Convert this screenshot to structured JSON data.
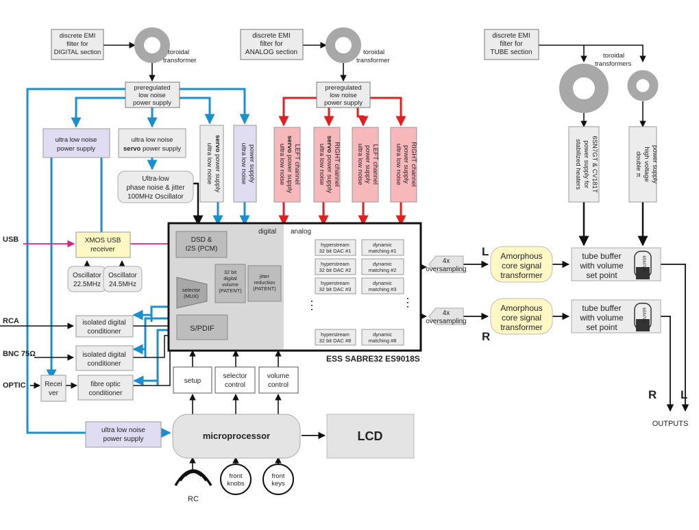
{
  "digital": {
    "emi": [
      "discrete EMI",
      "filter for",
      "DIGITAL section"
    ],
    "toroid": [
      "toroidal",
      "transformer"
    ],
    "prereg": [
      "preregulated",
      "low noise",
      "power supply"
    ],
    "ps1": [
      "ultra low noise",
      "power supply"
    ],
    "ps2_line1": "ultra low noise",
    "ps2_line2_bold": "servo",
    "ps2_line2_rest": " power supply",
    "ps3_bold": "servo",
    "ps3": [
      "ultra low noise",
      "power supply"
    ],
    "ps4": [
      "ultra low noise",
      "power supply"
    ],
    "oscillator": [
      "Ultra-low",
      "phase noise & jitter",
      "100MHz Oscillator"
    ]
  },
  "analog": {
    "emi": [
      "discrete EMI",
      "filter for",
      "ANALOG section"
    ],
    "toroid": [
      "toroidal",
      "transformer"
    ],
    "prereg": [
      "preregulated",
      "low noise",
      "power supply"
    ],
    "ps1": [
      "ultra low noise",
      "servo",
      " power supply",
      "LEFT channel"
    ],
    "ps2": [
      "ultra low noise",
      "servo",
      " power supply",
      "RIGHT channel"
    ],
    "ps3": [
      "ultra low noise",
      "power supply",
      "LEFT channel"
    ],
    "ps4": [
      "ultra low noise",
      "power supply",
      "RIGHT channel"
    ]
  },
  "tube": {
    "emi": [
      "discrete EMI",
      "filter for",
      "TUBE section"
    ],
    "toroids": [
      "toroidal",
      "transformers"
    ],
    "heaters": [
      "stabilized heaters",
      "power supply for",
      "6SN7GT & CV181T"
    ],
    "hv": [
      "double π",
      "high voltage",
      "power supply"
    ],
    "buffer": [
      "tube buffer",
      "with volume",
      "set point"
    ],
    "tube_label": "6SN7GT"
  },
  "inputs": {
    "usb": "USB",
    "rca": "RCA",
    "bnc": "BNC 75Ω",
    "optic": "OPTIC"
  },
  "xmos": [
    "XMOS USB",
    "receiver"
  ],
  "osc1": [
    "Oscillator",
    "22.5MHz"
  ],
  "osc2": [
    "Oscillator",
    "24.5MHz"
  ],
  "cond1": [
    "isolated digital",
    "conditioner"
  ],
  "cond2": [
    "isolated digital",
    "conditioner"
  ],
  "receiver": [
    "Recei",
    "ver"
  ],
  "fibre": [
    "fibre optic",
    "conditioner"
  ],
  "ps_micro": [
    "ultra low noise",
    "power supply"
  ],
  "chip": {
    "digital_label": "digital",
    "analog_label": "analog",
    "dsd": [
      "DSD &",
      "I2S (PCM)"
    ],
    "selector": [
      "selector",
      "(MUX)"
    ],
    "volume": [
      "32 bit",
      "digital",
      "volume",
      "(PATENT)"
    ],
    "jitter": [
      "jitter",
      "reduction",
      "(PATENT)"
    ],
    "spdif": "S/PDIF",
    "dacs": [
      [
        "hyperstream",
        "32 bit DAC #1"
      ],
      [
        "hyperstream",
        "32 bit DAC #2"
      ],
      [
        "hyperstream",
        "32 bit DAC #3"
      ],
      [
        "hyperstream",
        "32 bit DAC #8"
      ]
    ],
    "matching": [
      [
        "dynamic",
        "matching #1"
      ],
      [
        "dynamic",
        "matching #2"
      ],
      [
        "dynamic",
        "matching #3"
      ],
      [
        "dynamic",
        "matching #8"
      ]
    ],
    "name": "ESS SABRE32 ES9018S"
  },
  "controls": {
    "setup": "setup",
    "selector": [
      "selector",
      "control"
    ],
    "volume": [
      "volume",
      "control"
    ]
  },
  "micro": "microprocessor",
  "lcd": "LCD",
  "rc": "RC",
  "front_knobs": [
    "front",
    "knobs"
  ],
  "front_keys": [
    "front",
    "keys"
  ],
  "oversampling": [
    "4x",
    "oversampling"
  ],
  "transformer": [
    "Amorphous",
    "core signal",
    "transformer"
  ],
  "channel_L": "L",
  "channel_R": "R",
  "outputs": "OUTPUTS"
}
